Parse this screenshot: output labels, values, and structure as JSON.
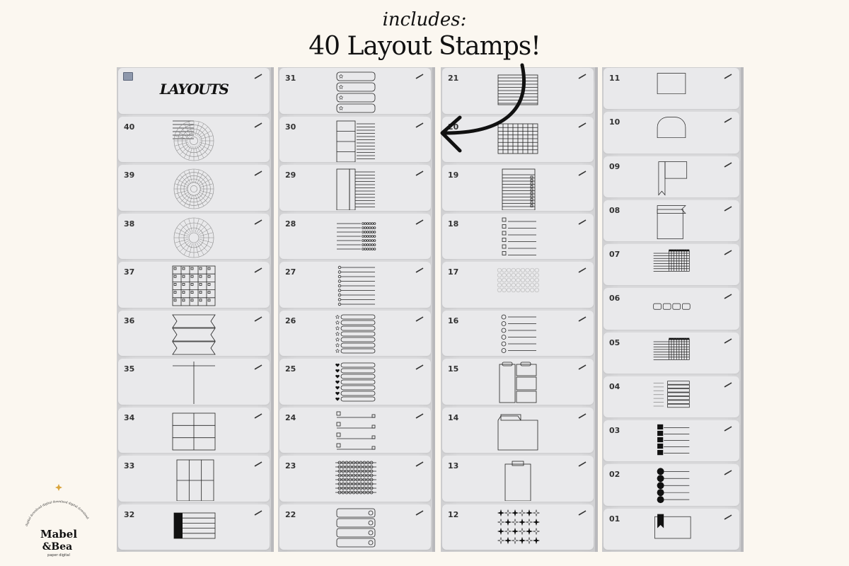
{
  "header": {
    "subtitle": "includes:",
    "title": "40 Layout Stamps!"
  },
  "brand": {
    "name_line1": "Mabel",
    "name_line2": "&Bea",
    "tagline": "paper digital",
    "ring_text": "digital download  digital download  digital download",
    "accent": "#d9a43c"
  },
  "columns": [
    {
      "rows": [
        {
          "label": "",
          "title": "LAYOUTS",
          "thumb": "title"
        },
        {
          "label": "40",
          "thumb": "spiral-grid"
        },
        {
          "label": "39",
          "thumb": "polar-grid"
        },
        {
          "label": "38",
          "thumb": "ring-grid"
        },
        {
          "label": "37",
          "thumb": "checkbox-grid"
        },
        {
          "label": "36",
          "thumb": "banners"
        },
        {
          "label": "35",
          "thumb": "cross"
        },
        {
          "label": "34",
          "thumb": "grid-3x2"
        },
        {
          "label": "33",
          "thumb": "grid-2x3"
        },
        {
          "label": "32",
          "thumb": "block-rows"
        }
      ]
    },
    {
      "rows": [
        {
          "label": "31",
          "thumb": "star-pills"
        },
        {
          "label": "30",
          "thumb": "table-lines"
        },
        {
          "label": "29",
          "thumb": "table-lines-2"
        },
        {
          "label": "28",
          "thumb": "dot-lines"
        },
        {
          "label": "27",
          "thumb": "pin-lines"
        },
        {
          "label": "26",
          "thumb": "star-bars"
        },
        {
          "label": "25",
          "thumb": "heart-bars"
        },
        {
          "label": "24",
          "thumb": "check-bars"
        },
        {
          "label": "23",
          "thumb": "bead-lines"
        },
        {
          "label": "22",
          "thumb": "tab-bars"
        }
      ]
    },
    {
      "rows": [
        {
          "label": "21",
          "thumb": "lined-box"
        },
        {
          "label": "20",
          "thumb": "grid-box"
        },
        {
          "label": "19",
          "thumb": "checklist-box"
        },
        {
          "label": "18",
          "thumb": "checkbox-list"
        },
        {
          "label": "17",
          "thumb": "circle-grid"
        },
        {
          "label": "16",
          "thumb": "circle-list"
        },
        {
          "label": "15",
          "thumb": "sticky-notes"
        },
        {
          "label": "14",
          "thumb": "folder"
        },
        {
          "label": "13",
          "thumb": "clipboard"
        },
        {
          "label": "12",
          "thumb": "sparkles"
        }
      ]
    },
    {
      "rows": [
        {
          "label": "11",
          "thumb": "tab-top"
        },
        {
          "label": "10",
          "thumb": "arch"
        },
        {
          "label": "09",
          "thumb": "bookmark-flag"
        },
        {
          "label": "08",
          "thumb": "flag-box"
        },
        {
          "label": "07",
          "thumb": "habit-tracker"
        },
        {
          "label": "06",
          "thumb": "pill-row"
        },
        {
          "label": "05",
          "thumb": "habit-small"
        },
        {
          "label": "04",
          "thumb": "labels"
        },
        {
          "label": "03",
          "thumb": "square-bullets"
        },
        {
          "label": "02",
          "thumb": "round-bullets"
        },
        {
          "label": "01",
          "thumb": "bookmark-box"
        }
      ]
    }
  ]
}
